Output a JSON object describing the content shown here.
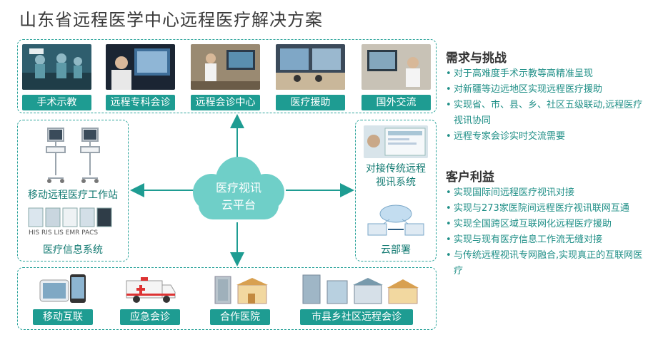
{
  "title": "山东省远程医学中心远程医疗解决方案",
  "top_items": [
    "手术示教",
    "远程专科会诊",
    "远程会诊中心",
    "医疗援助",
    "国外交流"
  ],
  "left": {
    "workstation": "移动远程医疗工作站",
    "systems_tags": "HIS  RIS  LIS  EMR  PACS",
    "info_system": "医疗信息系统"
  },
  "center": {
    "line1": "医疗视讯",
    "line2": "云平台"
  },
  "right_box": {
    "docking_line1": "对接传统远程",
    "docking_line2": "视讯系统",
    "cloud_deploy": "云部署"
  },
  "bottom_items": [
    "移动互联",
    "应急会诊",
    "合作医院",
    "市县乡社区远程会诊"
  ],
  "challenges": {
    "heading": "需求与挑战",
    "items": [
      "对于高难度手术示教等高精准呈现",
      "对新疆等边远地区实现远程医疗援助",
      "实现省、市、县、乡、社区五级联动,远程医疗视讯协同",
      "远程专家会诊实时交流需要"
    ]
  },
  "benefits": {
    "heading": "客户利益",
    "items": [
      "实现国际间远程医疗视讯对接",
      "实现与273家医院间远程医疗视讯联网互通",
      "实现全国跨区域互联网化远程医疗援助",
      "实现与现有医疗信息工作流无缝对接",
      "与传统远程视讯专网融合,实现真正的互联网医疗"
    ]
  },
  "colors": {
    "teal": "#1e9c92",
    "dash": "#2aa39a",
    "cloud": "#6fcfc8"
  }
}
